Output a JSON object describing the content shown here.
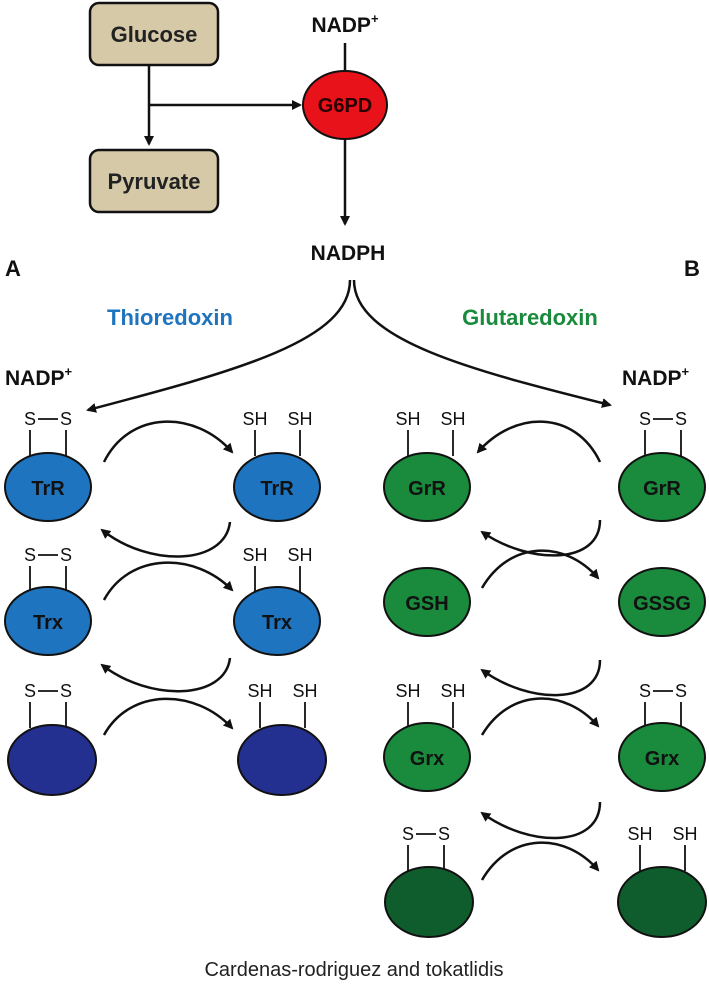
{
  "colors": {
    "box_fill": "#d6c9a8",
    "g6pd_fill": "#e8121a",
    "thioredoxin_blue": "#1f74bf",
    "thioredoxin_substrate": "#23308f",
    "glutaredoxin_green": "#1a8a3c",
    "glutaredoxin_substrate": "#0f5c2c",
    "line": "#111111"
  },
  "pathway": {
    "glucose": "Glucose",
    "pyruvate": "Pyruvate",
    "g6pd": "G6PD",
    "nadp_top": "NADP",
    "nadph": "NADPH"
  },
  "panel_a": {
    "letter": "A",
    "title": "Thioredoxin",
    "nadp": "NADP",
    "trr": "TrR",
    "trx": "Trx"
  },
  "panel_b": {
    "letter": "B",
    "title": "Glutaredoxin",
    "nadp": "NADP",
    "grr": "GrR",
    "gsh": "GSH",
    "gssg": "GSSG",
    "grx": "Grx"
  },
  "labels": {
    "plus": "+",
    "s": "S",
    "sh": "SH"
  },
  "credit": "Cardenas-rodriguez and tokatlidis"
}
